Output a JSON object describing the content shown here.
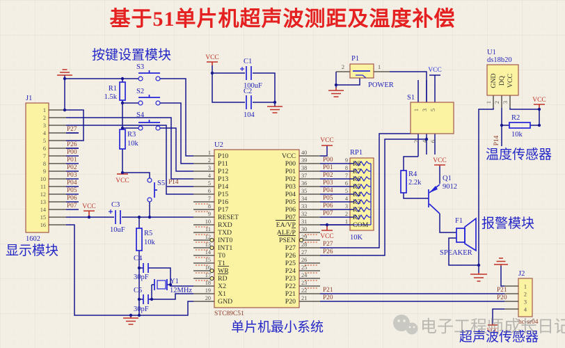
{
  "title": "基于51单片机超声波测距及温度补偿",
  "module_labels": {
    "keypad": "按键设置模块",
    "display": "显示模块",
    "mcu_min_system": "单片机最小系统",
    "temp_sensor": "温度传感器",
    "alarm": "报警模块",
    "ultrasonic": "超声波传感器"
  },
  "watermark": {
    "text": "电子工程师成长日记"
  },
  "power": {
    "vcc": "VCC"
  },
  "nets": {
    "P00": "P00",
    "P01": "P01",
    "P02": "P02",
    "P03": "P03",
    "P04": "P04",
    "P05": "P05",
    "P06": "P06",
    "P07": "P07",
    "P14": "P14",
    "P20": "P20",
    "P21": "P21",
    "P26": "P26",
    "P27": "P27"
  },
  "components": {
    "J1": {
      "ref": "J1",
      "value": "1602",
      "pin_numbers": [
        "1",
        "2",
        "3",
        "4",
        "5",
        "6",
        "7",
        "8",
        "9",
        "10",
        "11",
        "12",
        "13",
        "14",
        "15",
        "16"
      ],
      "pin_nets": {
        "4": "P27",
        "6": "P26",
        "7": "P00",
        "8": "P01",
        "9": "P02",
        "10": "P03",
        "11": "P04",
        "12": "P05",
        "13": "P06",
        "14": "P07"
      }
    },
    "U2": {
      "ref": "U2",
      "value": "STC89C51",
      "left_pins": [
        {
          "num": "1",
          "name": "P10"
        },
        {
          "num": "2",
          "name": "P11"
        },
        {
          "num": "3",
          "name": "P12"
        },
        {
          "num": "4",
          "name": "P13"
        },
        {
          "num": "5",
          "name": "P14"
        },
        {
          "num": "6",
          "name": "P15"
        },
        {
          "num": "7",
          "name": "P16"
        },
        {
          "num": "8",
          "name": "P17"
        },
        {
          "num": "9",
          "name": "RESET"
        },
        {
          "num": "10",
          "name": "RXD"
        },
        {
          "num": "11",
          "name": "TXD"
        },
        {
          "num": "12",
          "name": "INT0"
        },
        {
          "num": "13",
          "name": "INT1"
        },
        {
          "num": "14",
          "name": "T0"
        },
        {
          "num": "15",
          "name": "T1"
        },
        {
          "num": "16",
          "name": "WR"
        },
        {
          "num": "17",
          "name": "RD"
        },
        {
          "num": "18",
          "name": "X2"
        },
        {
          "num": "19",
          "name": "X1"
        },
        {
          "num": "20",
          "name": "GND"
        }
      ],
      "right_pins": [
        {
          "num": "40",
          "name": "VCC"
        },
        {
          "num": "39",
          "name": "P00"
        },
        {
          "num": "38",
          "name": "P01"
        },
        {
          "num": "37",
          "name": "P02"
        },
        {
          "num": "36",
          "name": "P03"
        },
        {
          "num": "35",
          "name": "P04"
        },
        {
          "num": "34",
          "name": "P05"
        },
        {
          "num": "33",
          "name": "P06"
        },
        {
          "num": "32",
          "name": "P07"
        },
        {
          "num": "31",
          "name": "EA/VP"
        },
        {
          "num": "30",
          "name": "ALE/P"
        },
        {
          "num": "29",
          "name": "PSEN"
        },
        {
          "num": "28",
          "name": "P27"
        },
        {
          "num": "27",
          "name": "P26"
        },
        {
          "num": "26",
          "name": "P25"
        },
        {
          "num": "25",
          "name": "P24"
        },
        {
          "num": "24",
          "name": "P23"
        },
        {
          "num": "23",
          "name": "P22"
        },
        {
          "num": "22",
          "name": "P21"
        },
        {
          "num": "21",
          "name": "P20"
        }
      ]
    },
    "RP1": {
      "ref": "RP1",
      "value": "10K",
      "rows": [
        {
          "pin": "9",
          "name": "R8"
        },
        {
          "pin": "8",
          "name": "R7"
        },
        {
          "pin": "7",
          "name": "R6"
        },
        {
          "pin": "6",
          "name": "R5"
        },
        {
          "pin": "5",
          "name": "R4"
        },
        {
          "pin": "4",
          "name": "R3"
        },
        {
          "pin": "3",
          "name": "R2"
        },
        {
          "pin": "2",
          "name": "R1"
        },
        {
          "pin": "1",
          "name": "COM"
        }
      ]
    },
    "U1": {
      "ref": "U1",
      "value": "ds18b20",
      "pins": [
        {
          "num": "1",
          "name": "GND"
        },
        {
          "num": "2",
          "name": "DQ"
        },
        {
          "num": "3",
          "name": "VCC"
        }
      ]
    },
    "P1": {
      "ref": "P1",
      "value": "POWER",
      "pins": [
        {
          "num": "2"
        },
        {
          "num": "1"
        }
      ]
    },
    "S1": {
      "ref": "S1",
      "top_pins": [
        "1",
        "3",
        "5"
      ],
      "bottom_pins": [
        "2",
        "4",
        "6"
      ]
    },
    "S2": {
      "ref": "S2"
    },
    "S3": {
      "ref": "S3"
    },
    "S4": {
      "ref": "S4"
    },
    "S5": {
      "ref": "S5"
    },
    "R1": {
      "ref": "R1",
      "value": "1.5k"
    },
    "R2": {
      "ref": "R2",
      "value": "10k"
    },
    "R3": {
      "ref": "R3",
      "value": "10k"
    },
    "R4": {
      "ref": "R4",
      "value": "2.2k"
    },
    "R5": {
      "ref": "R5",
      "value": "10k"
    },
    "C1": {
      "ref": "C1",
      "value": "100uF"
    },
    "C2": {
      "ref": "C2",
      "value": "104"
    },
    "C3": {
      "ref": "C3",
      "value": "10uF"
    },
    "C4": {
      "ref": "C4",
      "value": "30pF"
    },
    "C5": {
      "ref": "C5",
      "value": "30pF"
    },
    "Y1": {
      "ref": "Y1",
      "value": "12MHz"
    },
    "Q1": {
      "ref": "Q1",
      "value": "9012"
    },
    "F1": {
      "ref": "F1",
      "value": "SPEAKER"
    },
    "J2": {
      "ref": "J2",
      "value": "hc-sr04",
      "pin_numbers": [
        "1",
        "2",
        "3",
        "4"
      ],
      "pin_nets": {
        "2": "P21",
        "3": "P20"
      }
    }
  },
  "colors": {
    "wire": "#16168f",
    "symbol": "#2323d6",
    "designator": "#1f1fb8",
    "net_label": "#8c3a28",
    "power_red": "#bf3026",
    "title_red": "#e42020",
    "body_fill": "#fbf3a2",
    "body_stroke": "#a2584a",
    "module_blue": "#2326c6"
  }
}
